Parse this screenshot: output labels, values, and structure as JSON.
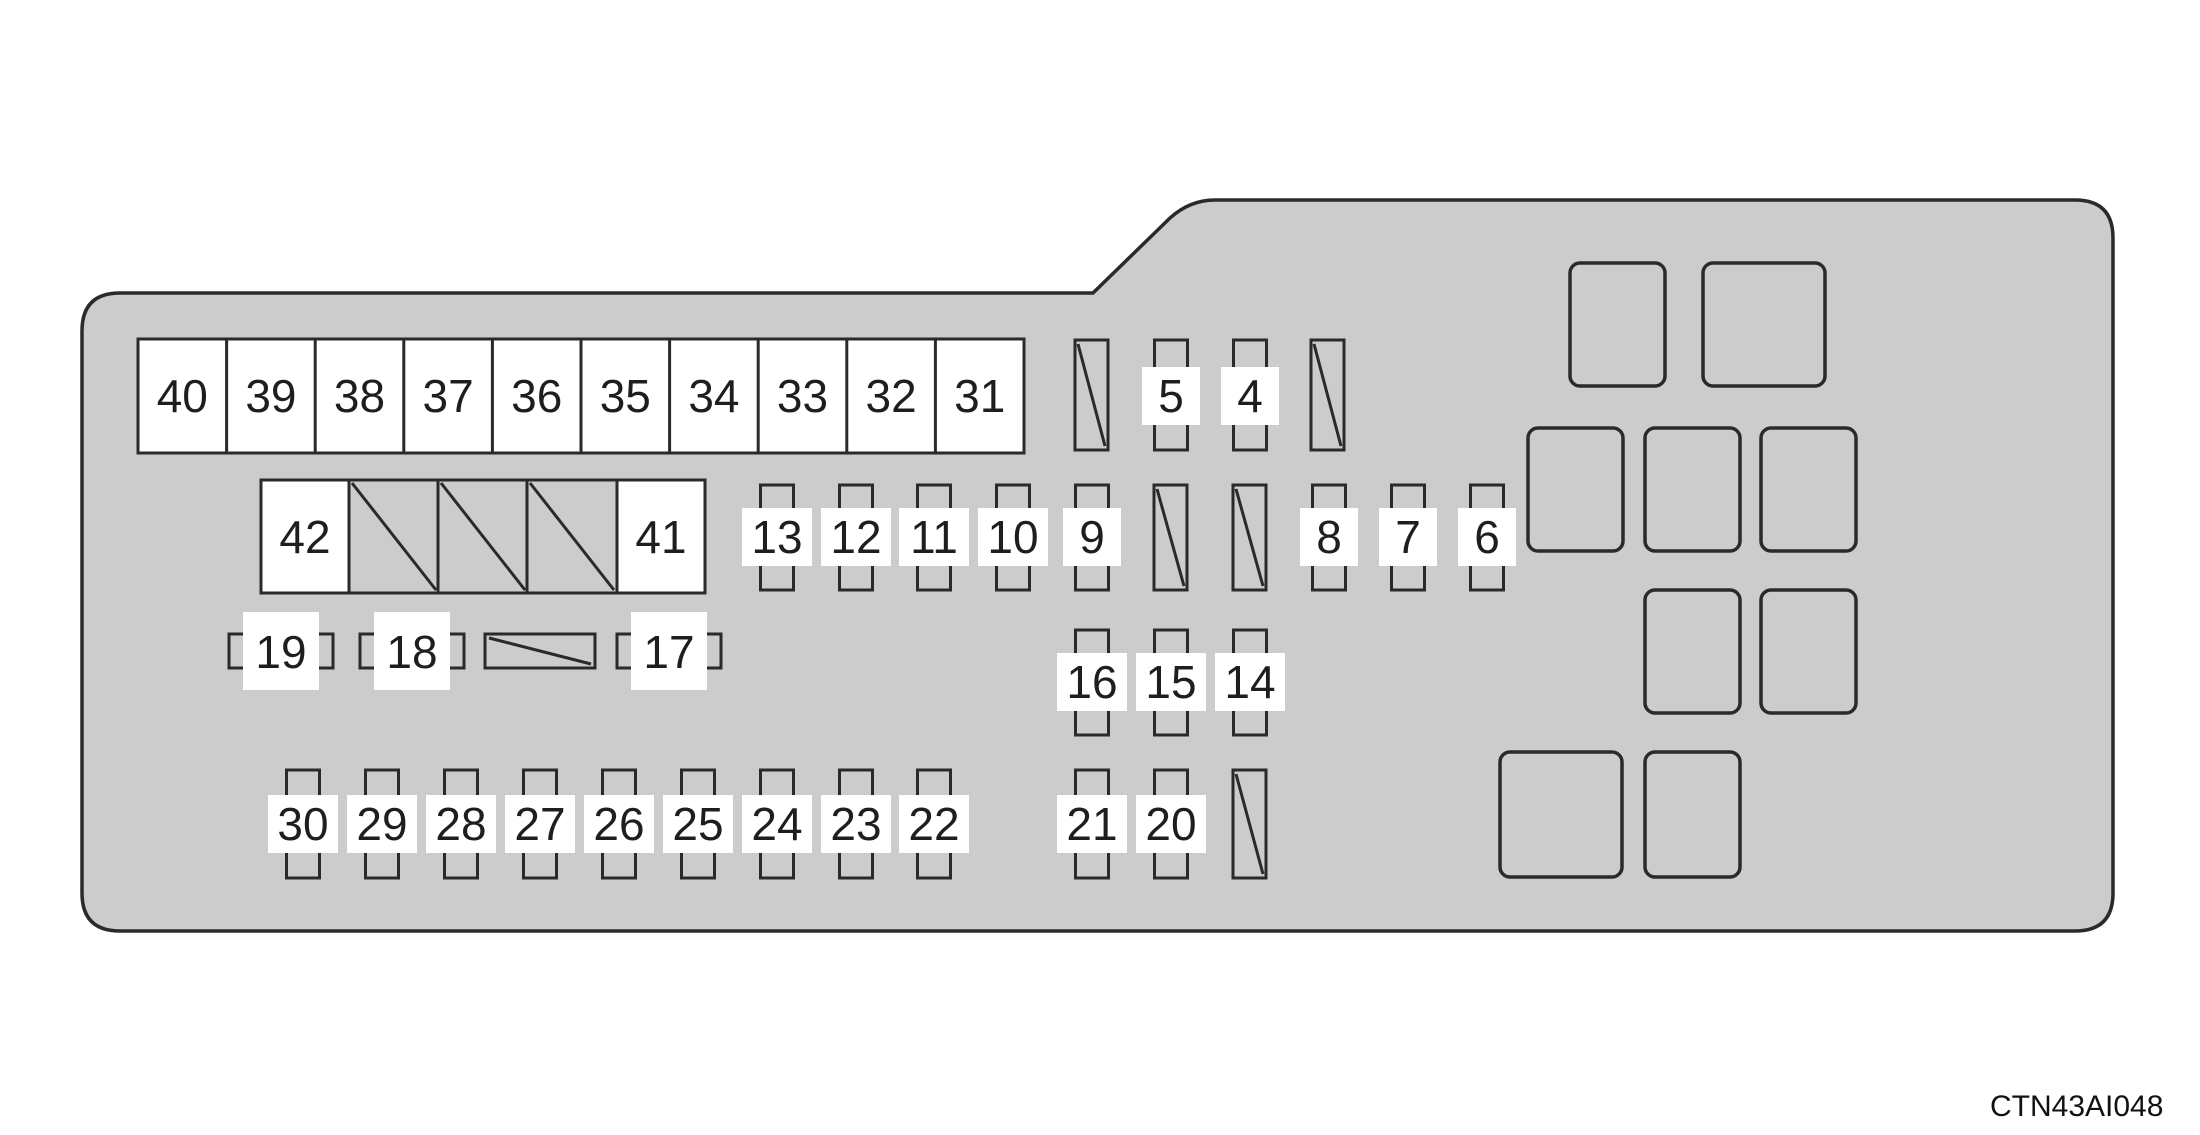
{
  "diagram": {
    "image_code": "CTN43AI048",
    "colors": {
      "panel_fill": "#cccccd",
      "outline": "#2a2a2a",
      "label_box": "#ffffff"
    },
    "top_fuse_row": [
      "40",
      "39",
      "38",
      "37",
      "36",
      "35",
      "34",
      "33",
      "32",
      "31"
    ],
    "relay_block": {
      "left_label": "42",
      "right_label": "41",
      "blank_slots": 3
    },
    "small_fuses": [
      "4",
      "5",
      "6",
      "7",
      "8",
      "9",
      "10",
      "11",
      "12",
      "13",
      "14",
      "15",
      "16",
      "17",
      "18",
      "19",
      "20",
      "21",
      "22",
      "23",
      "24",
      "25",
      "26",
      "27",
      "28",
      "29",
      "30"
    ],
    "relay_sockets_unlabeled": 9
  }
}
